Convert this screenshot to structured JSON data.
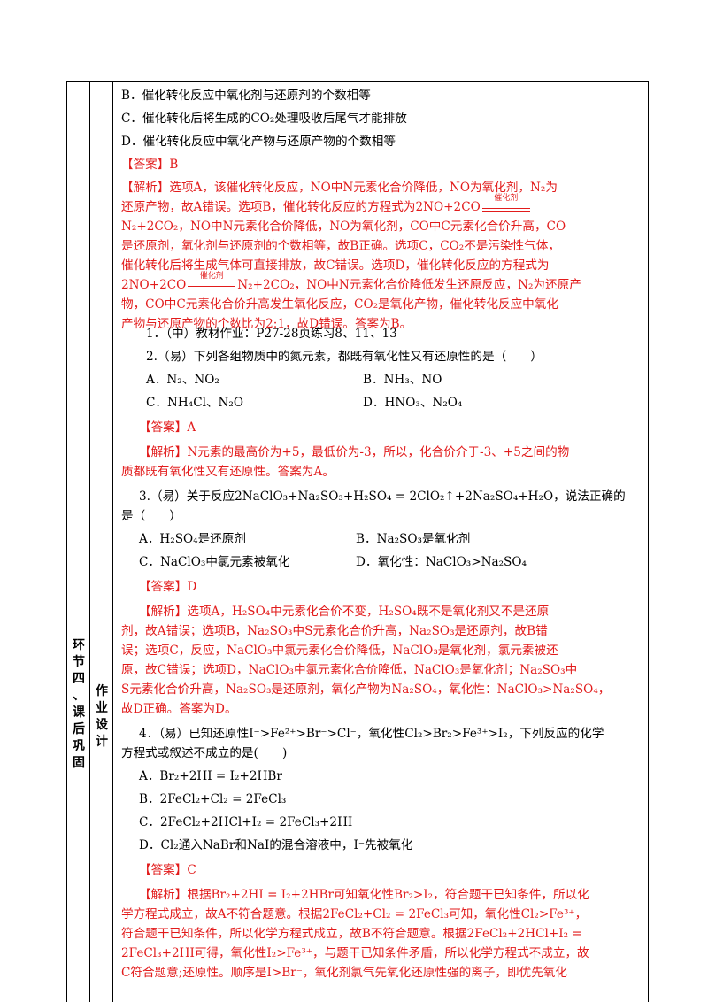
{
  "top": {
    "optB": "B．催化转化反应中氧化剂与还原剂的个数相等",
    "optC": "C．催化转化后将生成的CO₂处理吸收后尾气才能排放",
    "optD": "D．催化转化反应中氧化产物与还原产物的个数相等",
    "answer": "【答案】B",
    "analysis": [
      "【解析】选项A，该催化转化反应，NO中N元素化合价降低，NO为氧化剂，N₂为",
      "还原产物，故A错误。选项B，催化转化反应的方程式为2NO+2CO",
      "N₂+2CO₂，NO中N元素化合价降低，NO为氧化剂，CO中C元素化合价升高，CO",
      "是还原剂，氧化剂与还原剂的个数相等，故B正确。选项C，CO₂不是污染性气体，",
      "催化转化后将生成气体可直接排放，故C错误。选项D，催化转化反应的方程式为",
      "2NO+2CO",
      "N₂+2CO₂，NO中N元素化合价降低发生还原反应，N₂为还原产",
      "物，CO中C元素化合价升高发生氧化反应，CO₂是氧化产物，催化转化反应中氧化",
      "产物与还原产物的个数比为2:1，故D错误。答案为B。"
    ],
    "catalyst": "催化剂"
  },
  "side": {
    "section": [
      "环",
      "节",
      "四",
      "、",
      "课",
      "后",
      "巩",
      "固"
    ],
    "sub": [
      "作",
      "业",
      "设",
      "计"
    ]
  },
  "q": {
    "q1": "1．（中）教材作业：P27-28页练习8、11、13",
    "q2": "2.（易）下列各组物质中的氮元素，都既有氧化性又有还原性的是（　　）",
    "q2A": "A．N₂、NO₂",
    "q2B": "B．NH₃、NO",
    "q2C": "C．NH₄Cl、N₂O",
    "q2D": "D．HNO₃、N₂O₄",
    "q2ans": "【答案】A",
    "q2ana": [
      "【解析】N元素的最高价为+5，最低价为-3，所以，化合价介于-3、+5之间的物",
      "质都既有氧化性又有还原性。答案为A。"
    ],
    "q3": [
      "3.（易）关于反应2NaClO₃+Na₂SO₃+H₂SO₄ = 2ClO₂↑+2Na₂SO₄+H₂O，说法正确的",
      "是（　　）"
    ],
    "q3A": "A．H₂SO₄是还原剂",
    "q3B": "B．Na₂SO₃是氧化剂",
    "q3C": "C．NaClO₃中氯元素被氧化",
    "q3D": "D．氧化性：NaClO₃>Na₂SO₄",
    "q3ans": "【答案】D",
    "q3ana": [
      "【解析】选项A，H₂SO₄中元素化合价不变，H₂SO₄既不是氧化剂又不是还原",
      "剂，故A错误；选项B，Na₂SO₃中S元素化合价升高，Na₂SO₃是还原剂，故B错",
      "误；选项C，反应，NaClO₃中氯元素化合价降低，NaClO₃是氧化剂，氯元素被还",
      "原，故C错误；选项D，NaClO₃中氯元素化合价降低，NaClO₃是氧化剂；Na₂SO₃中",
      "S元素化合价升高，Na₂SO₃是还原剂，氧化产物为Na₂SO₄，氧化性：NaClO₃>Na₂SO₄，",
      "故D正确。答案为D。"
    ],
    "q4": [
      "4．（易）已知还原性I⁻>Fe²⁺>Br⁻>Cl⁻，氧化性Cl₂>Br₂>Fe³⁺>I₂，下列反应的化学",
      "方程式或叙述不成立的是(　　)"
    ],
    "q4A": "A．Br₂+2HI = I₂+2HBr",
    "q4B": "B．2FeCl₂+Cl₂ = 2FeCl₃",
    "q4C": "C．2FeCl₂+2HCl+I₂ = 2FeCl₃+2HI",
    "q4D": "D．Cl₂通入NaBr和NaI的混合溶液中，I⁻先被氧化",
    "q4ans": "【答案】C",
    "q4ana": [
      "【解析】根据Br₂+2HI = I₂+2HBr可知氧化性Br₂>I₂，符合题干已知条件，所以化",
      "学方程式成立，故A不符合题意。根据2FeCl₂+Cl₂ = 2FeCl₃可知，氧化性Cl₂>Fe³⁺，",
      "符合题干已知条件，所以化学方程式成立，故B不符合题意。根据2FeCl₂+2HCl+I₂ =",
      "2FeCl₃+2HI可得，氧化性I₂>Fe³⁺，与题干已知条件矛盾，所以化学方程式不成立，故",
      "C符合题意;还原性。顺序是I>Br⁻，氧化剂氯气先氧化还原性强的离子，即优先氧化"
    ]
  }
}
